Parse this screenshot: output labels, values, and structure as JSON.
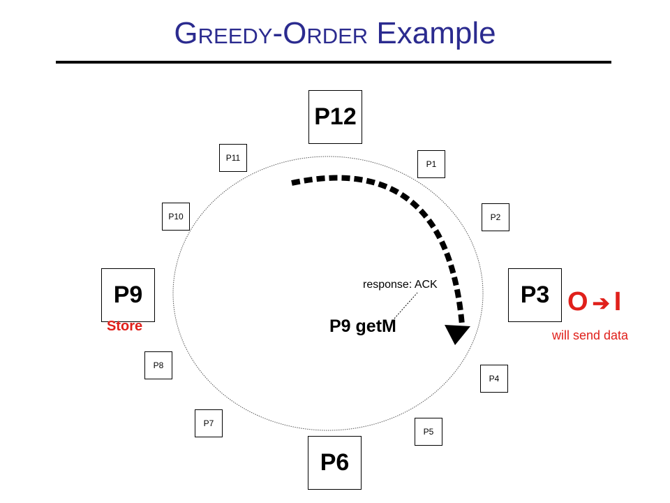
{
  "title": {
    "cap1": "G",
    "sc1": "REEDY",
    "dash": "-",
    "cap2": "O",
    "sc2": "RDER",
    "rest": " Example"
  },
  "nodes": {
    "p12": "P12",
    "p3": "P3",
    "p6": "P6",
    "p9": "P9",
    "p1": "P1",
    "p2": "P2",
    "p4": "P4",
    "p5": "P5",
    "p7": "P7",
    "p8": "P8",
    "p10": "P10",
    "p11": "P11"
  },
  "labels": {
    "store": "Store",
    "getm": "P9 getM",
    "response": "response: ACK",
    "state_from": "O",
    "state_arrow": "➔",
    "state_to": "I",
    "will_send": "will send data"
  },
  "colors": {
    "title": "#2b2b8f",
    "accent": "#e0201b",
    "line": "#000000"
  }
}
